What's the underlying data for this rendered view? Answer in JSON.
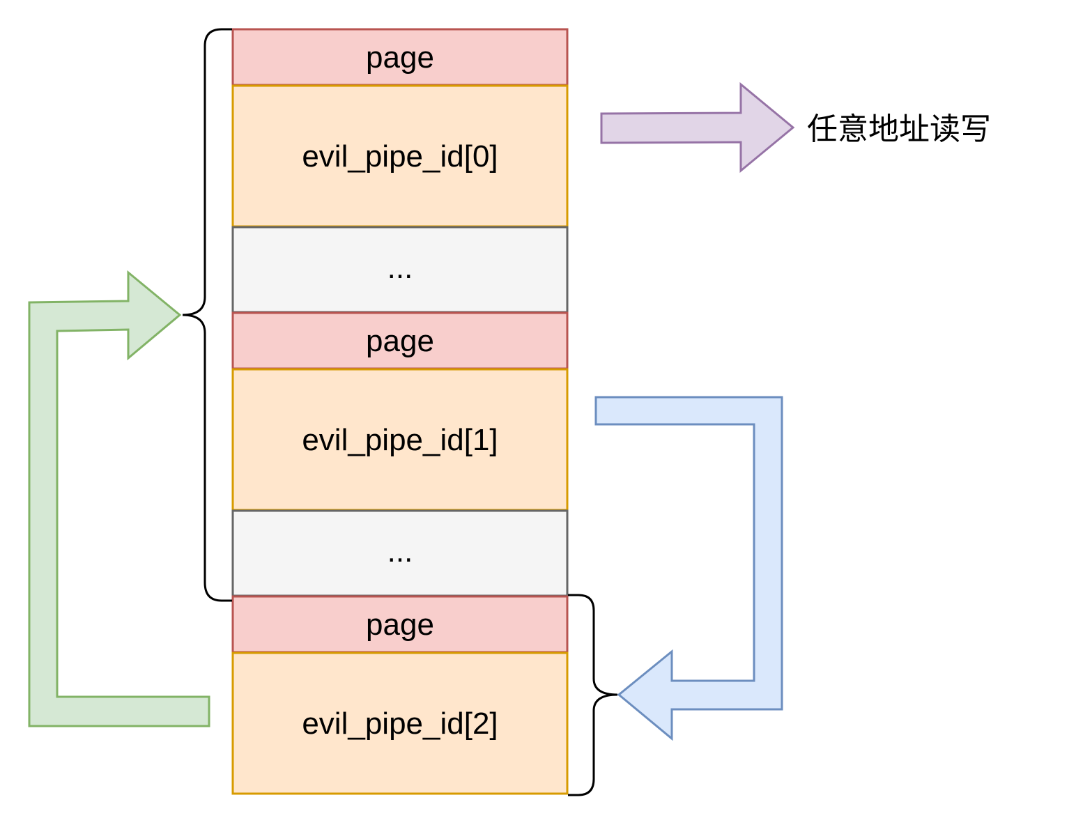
{
  "blocks": [
    {
      "label": "page",
      "kind": "page"
    },
    {
      "label": "evil_pipe_id[0]",
      "kind": "pipe"
    },
    {
      "label": "...",
      "kind": "gap"
    },
    {
      "label": "page",
      "kind": "page"
    },
    {
      "label": "evil_pipe_id[1]",
      "kind": "pipe"
    },
    {
      "label": "...",
      "kind": "gap"
    },
    {
      "label": "page",
      "kind": "page"
    },
    {
      "label": "evil_pipe_id[2]",
      "kind": "pipe"
    }
  ],
  "arbitrary_rw_label": "任意地址读写",
  "colors": {
    "page_fill": "#f8cecc",
    "page_stroke": "#b85450",
    "pipe_fill": "#ffe6cc",
    "pipe_stroke": "#d79b00",
    "gap_fill": "#f5f5f5",
    "gap_stroke": "#666666",
    "purple_fill": "#e1d5e7",
    "purple_stroke": "#9673a6",
    "green_fill": "#d5e8d4",
    "green_stroke": "#82b366",
    "blue_fill": "#dae8fc",
    "blue_stroke": "#6c8ebf",
    "brace": "#000000"
  }
}
